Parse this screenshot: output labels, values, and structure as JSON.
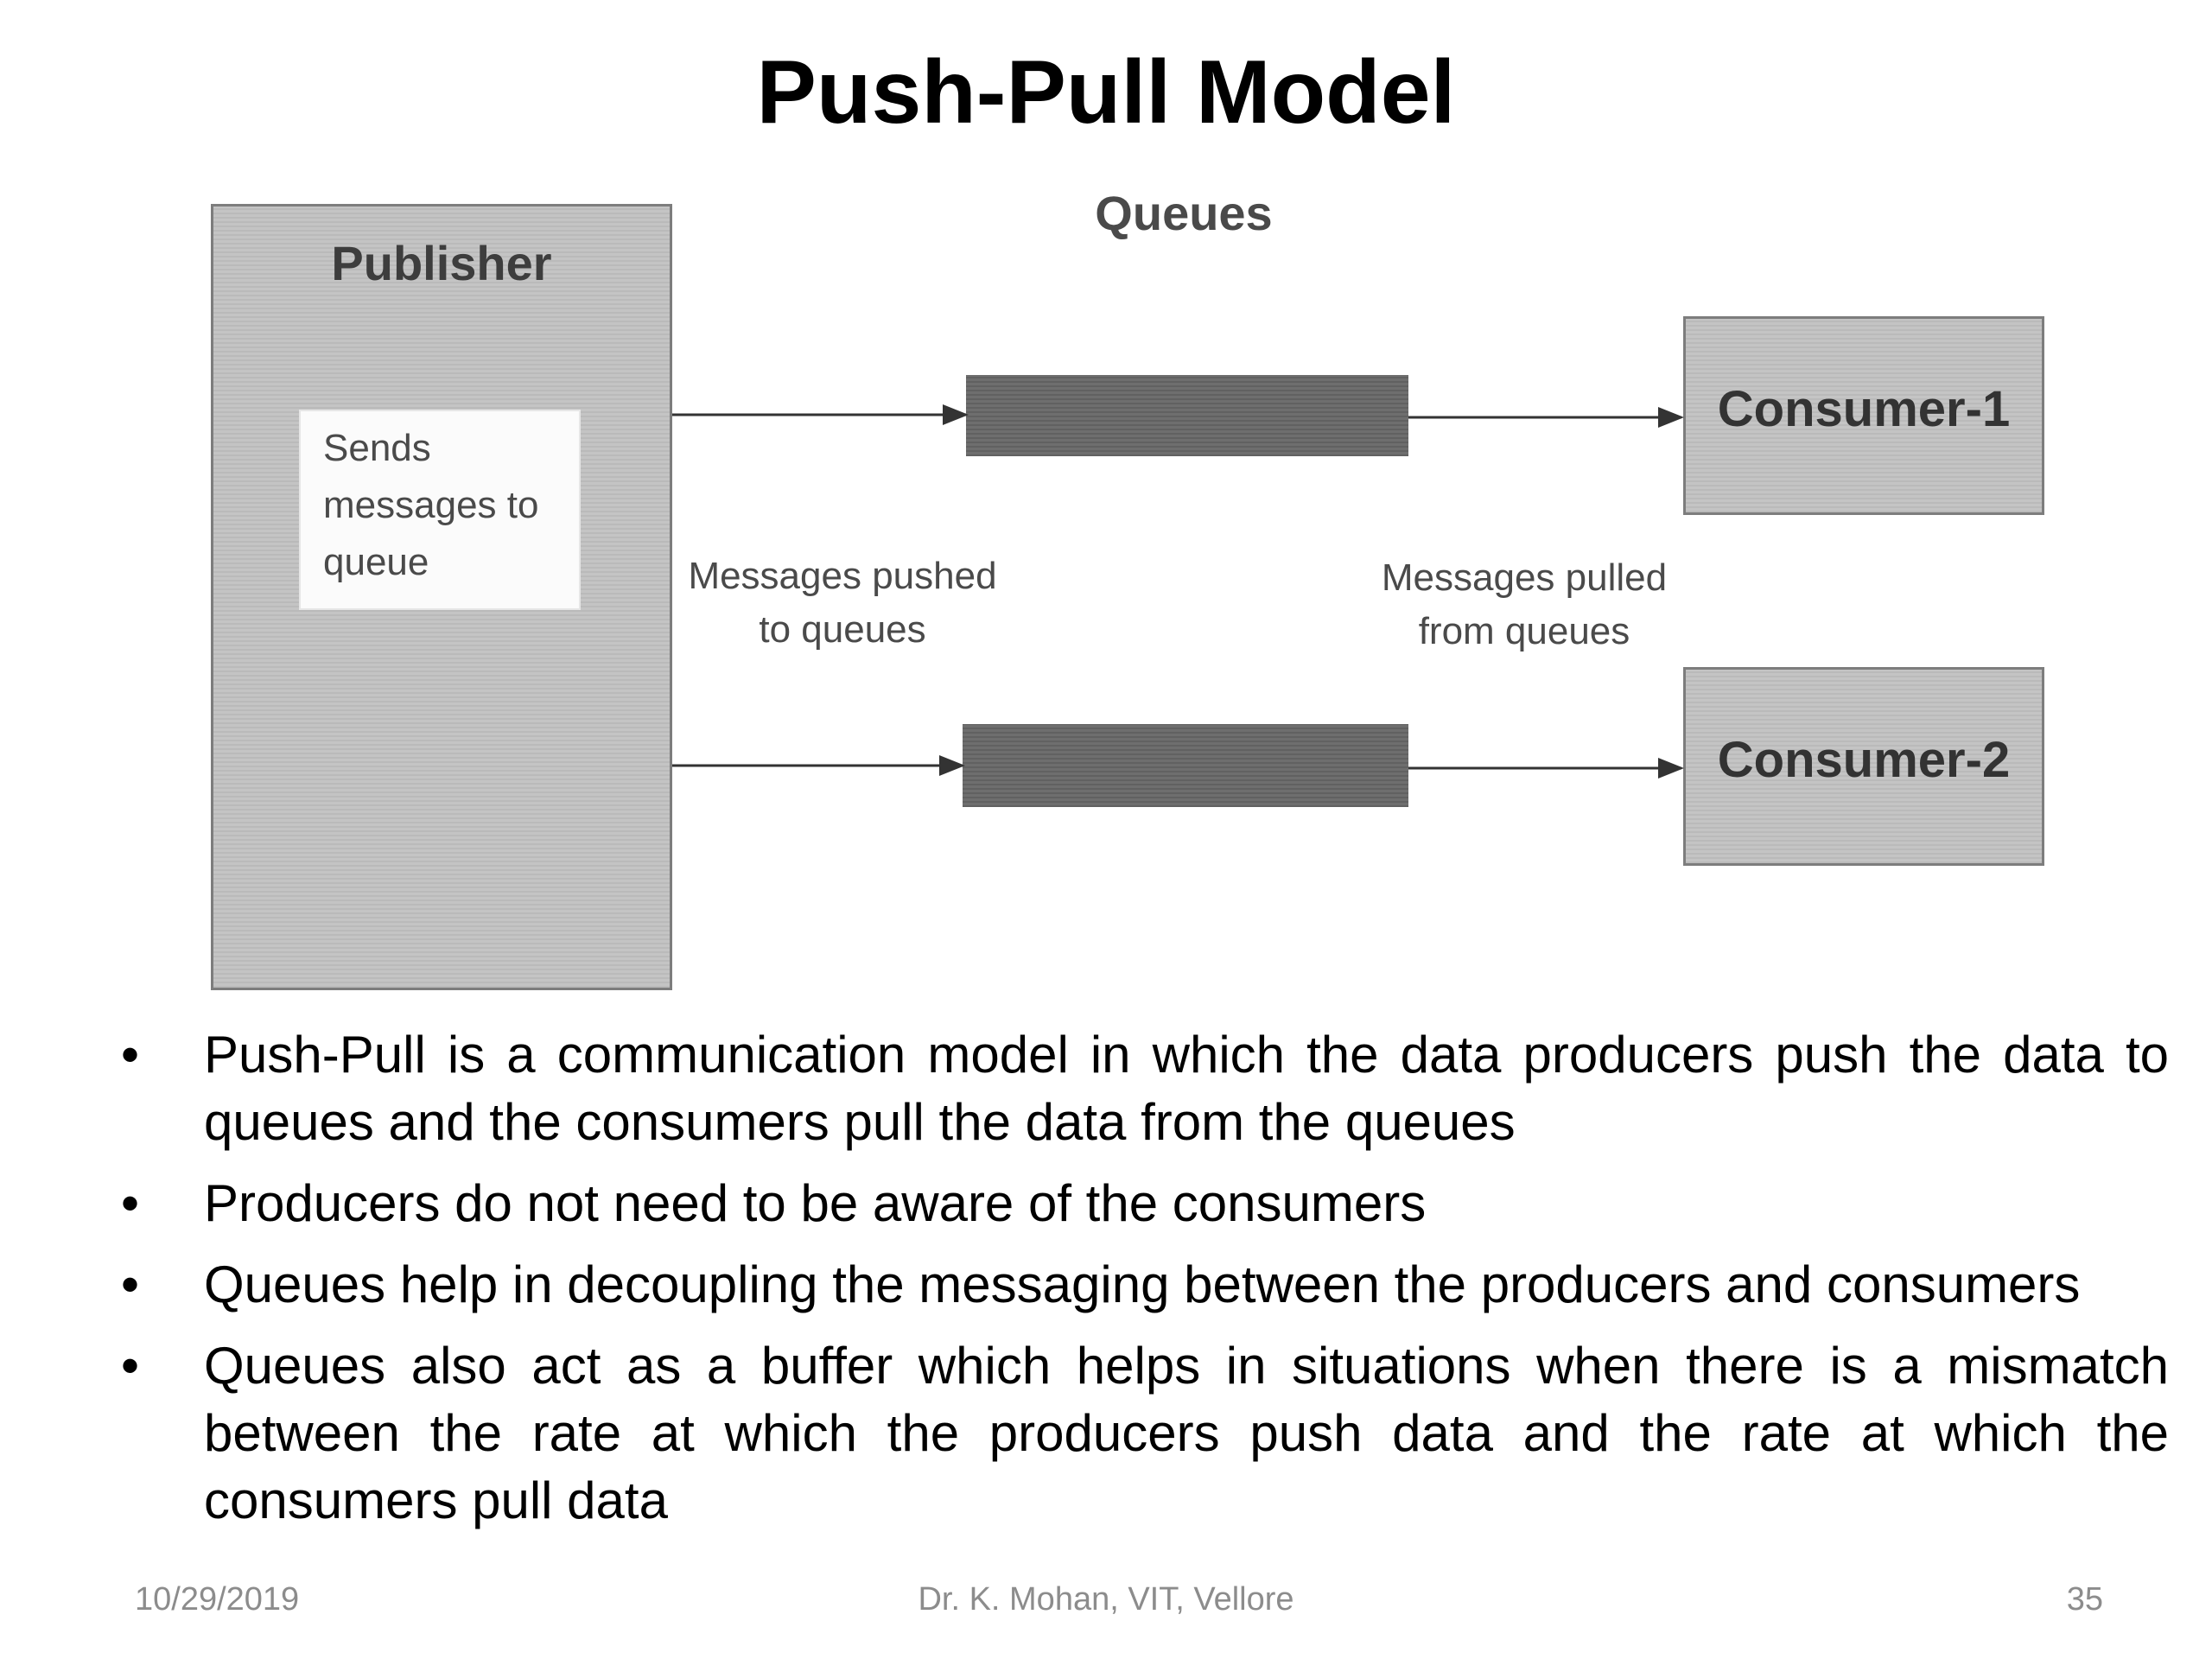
{
  "slide": {
    "title": "Push-Pull Model"
  },
  "diagram": {
    "publisher_label": "Publisher",
    "publisher_note": [
      "Sends",
      "messages to",
      "queue"
    ],
    "queues_label": "Queues",
    "push_caption": [
      "Messages pushed",
      "to queues"
    ],
    "pull_caption": [
      "Messages pulled",
      "from queues"
    ],
    "consumers": [
      "Consumer-1",
      "Consumer-2"
    ],
    "colors": {
      "box_fill": "#c4c4c4",
      "queue_fill": "#6e6e6e",
      "arrow": "#333333"
    }
  },
  "bullets": [
    "Push-Pull is a communication model in which the data producers push the data to queues and the consumers pull the data from the queues",
    "Producers do not need to be aware of the consumers",
    "Queues help in decoupling the messaging between the producers and consumers",
    "Queues also act as a buffer which helps in situations when there is a mismatch between the rate at which the producers push data and the rate at which the consumers pull data"
  ],
  "footer": {
    "date": "10/29/2019",
    "author": "Dr. K. Mohan, VIT, Vellore",
    "page": "35"
  }
}
